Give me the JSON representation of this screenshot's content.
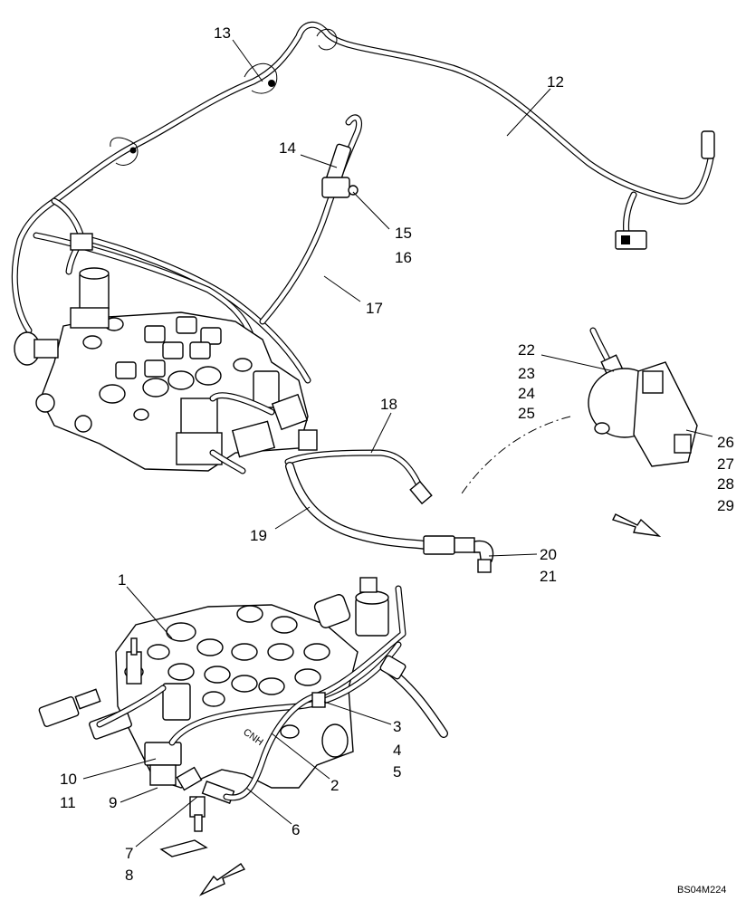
{
  "diagram": {
    "drawing_code": "BS04M224",
    "callouts": [
      {
        "id": "c1",
        "text": "1"
      },
      {
        "id": "c2",
        "text": "2"
      },
      {
        "id": "c3",
        "text": "3"
      },
      {
        "id": "c4",
        "text": "4"
      },
      {
        "id": "c5",
        "text": "5"
      },
      {
        "id": "c6",
        "text": "6"
      },
      {
        "id": "c7",
        "text": "7"
      },
      {
        "id": "c8",
        "text": "8"
      },
      {
        "id": "c9",
        "text": "9"
      },
      {
        "id": "c10",
        "text": "10"
      },
      {
        "id": "c11",
        "text": "11"
      },
      {
        "id": "c12",
        "text": "12"
      },
      {
        "id": "c13",
        "text": "13"
      },
      {
        "id": "c14",
        "text": "14"
      },
      {
        "id": "c15",
        "text": "15"
      },
      {
        "id": "c16",
        "text": "16"
      },
      {
        "id": "c17",
        "text": "17"
      },
      {
        "id": "c18",
        "text": "18"
      },
      {
        "id": "c19",
        "text": "19"
      },
      {
        "id": "c20",
        "text": "20"
      },
      {
        "id": "c21",
        "text": "21"
      },
      {
        "id": "c22",
        "text": "22"
      },
      {
        "id": "c23",
        "text": "23"
      },
      {
        "id": "c24",
        "text": "24"
      },
      {
        "id": "c25",
        "text": "25"
      },
      {
        "id": "c26",
        "text": "26"
      },
      {
        "id": "c27",
        "text": "27"
      },
      {
        "id": "c28",
        "text": "28"
      },
      {
        "id": "c29",
        "text": "29"
      }
    ],
    "logo_text": "CNH"
  }
}
